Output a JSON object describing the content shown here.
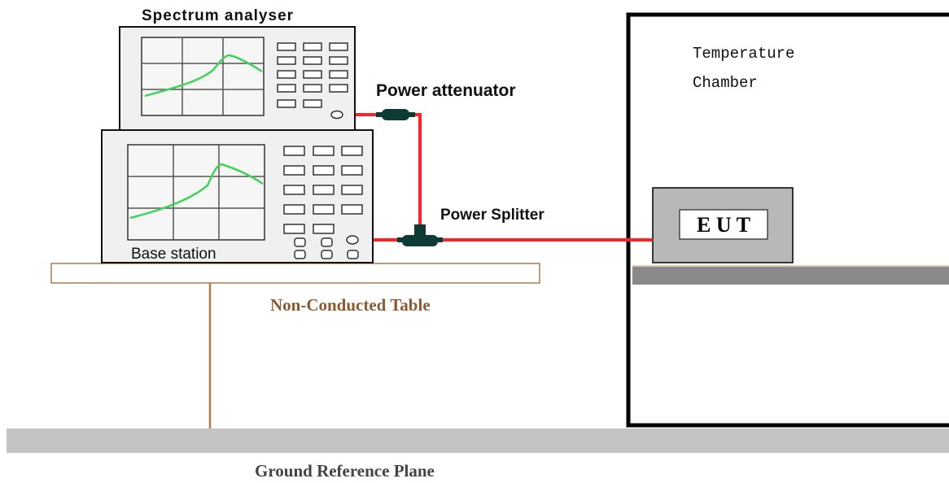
{
  "labels": {
    "spectrum_analyser": "Spectrum analyser",
    "power_attenuator": "Power attenuator",
    "power_splitter": "Power Splitter",
    "base_station": "Base station",
    "eut": "E U T",
    "temperature_chamber_line1": "Temperature",
    "temperature_chamber_line2": "Chamber",
    "non_conducted_table": "Non-Conducted Table",
    "ground_reference_plane": "Ground Reference Plane"
  },
  "colors": {
    "cable": "#ff2222",
    "connector": "#0e3b36",
    "trace": "#3fd35a",
    "instrument_face": "#f0f0f0",
    "eut_box": "#b8b8b8",
    "shelf": "#8a8a8a",
    "ground": "#c4c4c4",
    "table_leg": "#b07a4a",
    "table_label": "#8a5a32",
    "ground_label": "#444444"
  }
}
